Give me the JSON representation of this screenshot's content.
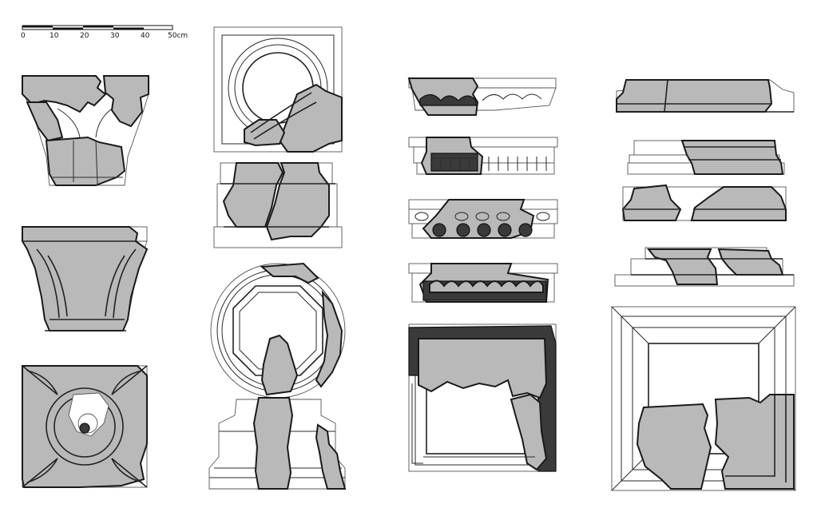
{
  "scale_bar": {
    "ticks": [
      "0",
      "10",
      "20",
      "30",
      "40",
      "50cm"
    ]
  },
  "colors": {
    "fragment_fill": "#b9b9b9",
    "outline": "#1a1a1a",
    "background": "#ffffff"
  },
  "drawings": [
    "capital-elevation-front",
    "capital-elevation-side",
    "capital-plan",
    "base-plan-square",
    "base-elevation-a",
    "base-plan-circular",
    "base-elevation-b",
    "cornice-profile-1",
    "cornice-profile-2",
    "cornice-profile-3",
    "cornice-profile-4",
    "frame-plan-ornamented",
    "moulding-profile-1",
    "moulding-profile-2",
    "moulding-profile-3",
    "moulding-profile-4",
    "frame-plan-plain"
  ]
}
